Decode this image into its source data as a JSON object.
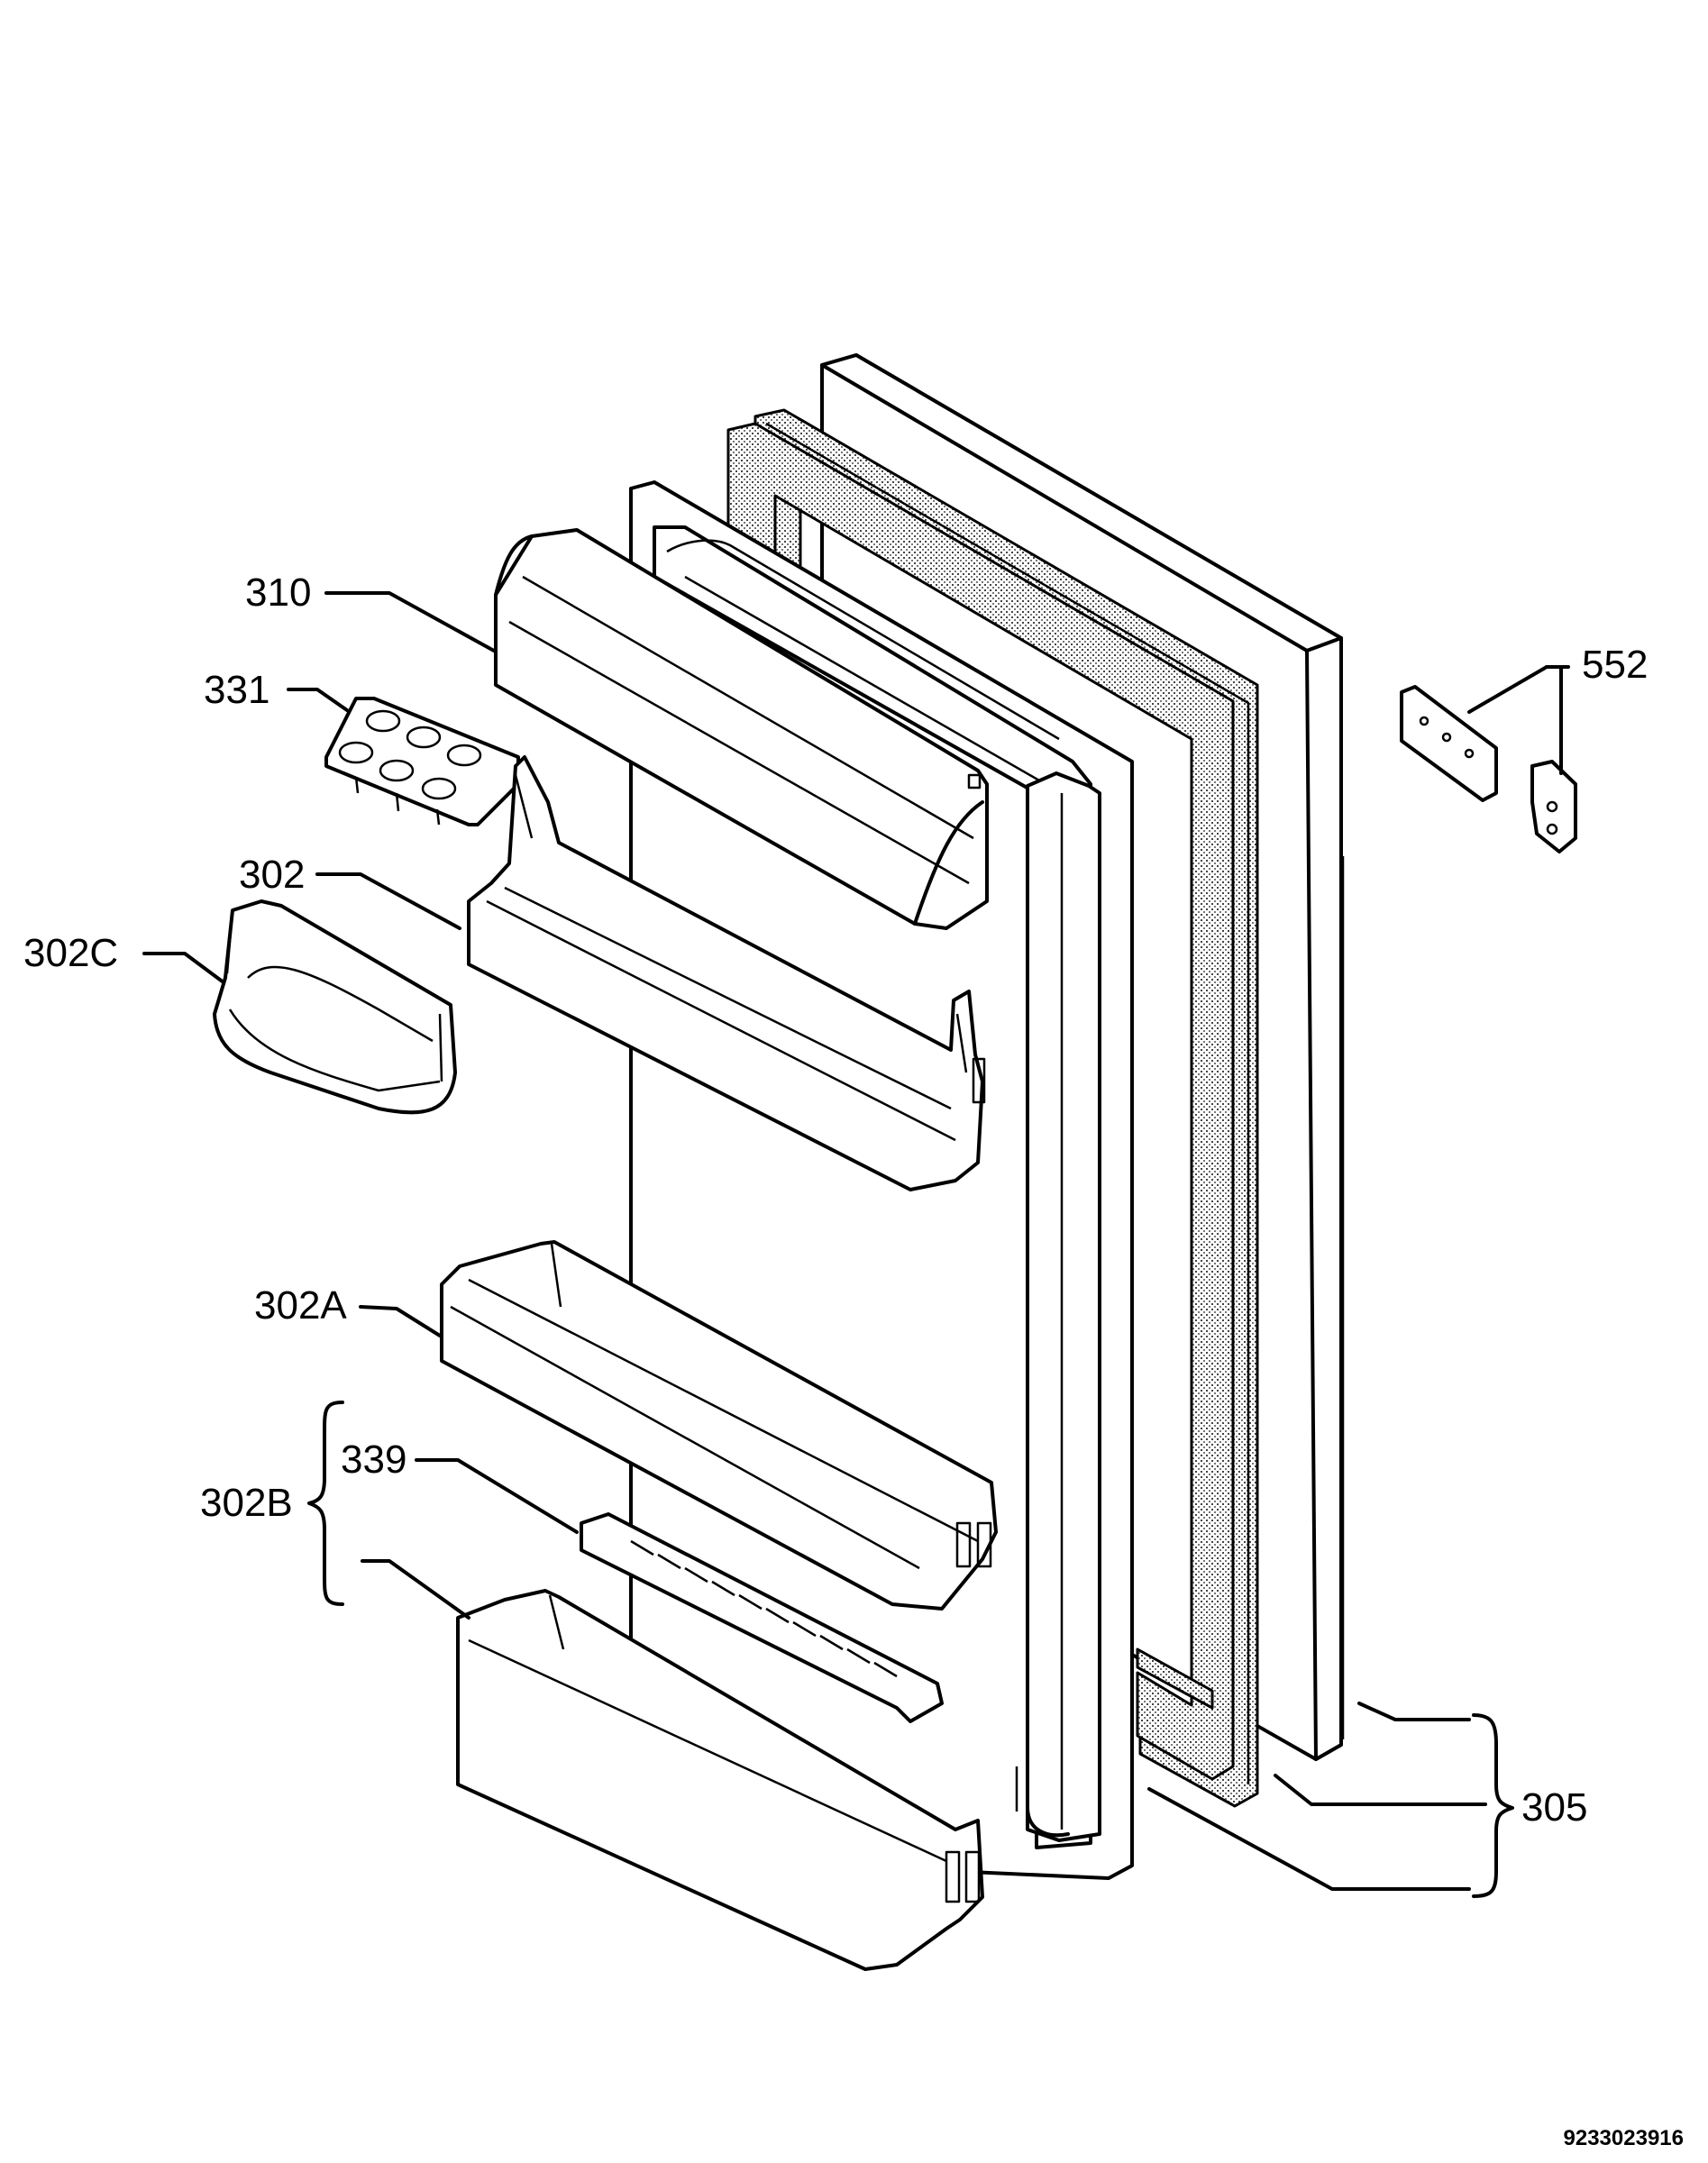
{
  "labels": {
    "p310": "310",
    "p331": "331",
    "p302": "302",
    "p302c": "302C",
    "p302a": "302A",
    "p302b": "302B",
    "p339": "339",
    "p552": "552",
    "p305": "305"
  },
  "document_id": "9233023916",
  "colors": {
    "line": "#000000",
    "background": "#ffffff",
    "gasket_fill": "#bfbfbf"
  }
}
